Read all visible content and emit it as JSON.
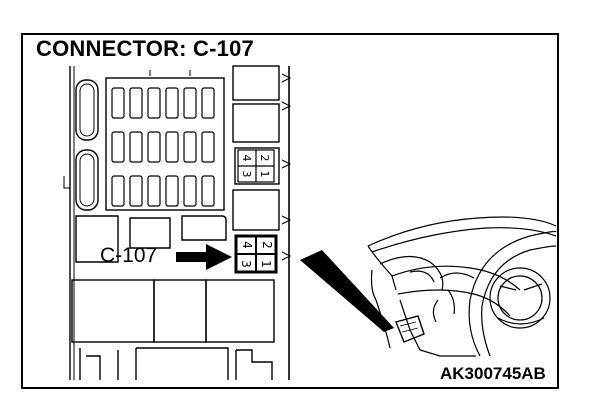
{
  "diagram": {
    "title": "CONNECTOR: C-107",
    "connector_label": "C-107",
    "image_code": "AK300745AB",
    "connector_pins": {
      "top": [
        "2",
        "1"
      ],
      "bottom": [
        "4",
        "3"
      ],
      "upper_top": [
        "2",
        "1"
      ],
      "upper_bottom": [
        "4",
        "3"
      ]
    },
    "colors": {
      "line": "#000000",
      "background": "#ffffff"
    }
  }
}
